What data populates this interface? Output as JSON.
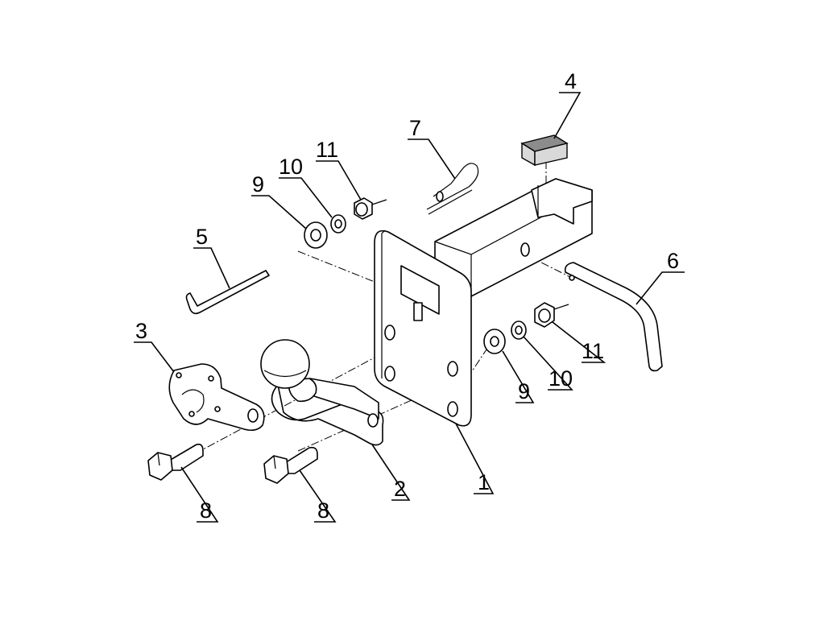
{
  "callouts": [
    {
      "id": "1",
      "label": "1"
    },
    {
      "id": "2",
      "label": "2"
    },
    {
      "id": "3",
      "label": "3"
    },
    {
      "id": "4",
      "label": "4"
    },
    {
      "id": "5",
      "label": "5"
    },
    {
      "id": "6",
      "label": "6"
    },
    {
      "id": "7",
      "label": "7"
    },
    {
      "id": "8a",
      "label": "8"
    },
    {
      "id": "8b",
      "label": "8"
    },
    {
      "id": "9a",
      "label": "9"
    },
    {
      "id": "9b",
      "label": "9"
    },
    {
      "id": "10a",
      "label": "10"
    },
    {
      "id": "10b",
      "label": "10"
    },
    {
      "id": "11a",
      "label": "11"
    },
    {
      "id": "11b",
      "label": "11"
    }
  ]
}
